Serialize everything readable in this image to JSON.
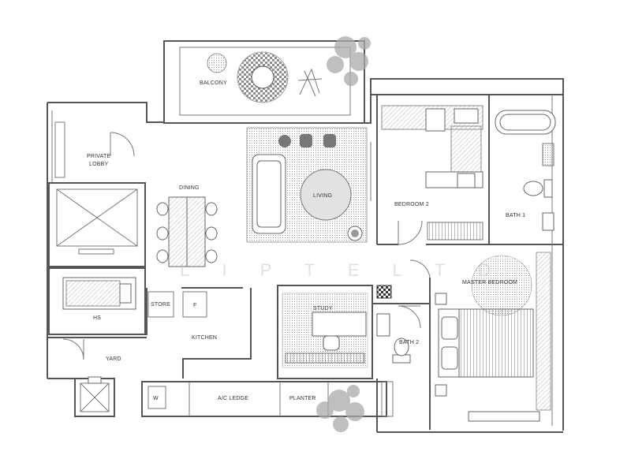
{
  "rooms": {
    "balcony": "BALCONY",
    "private_lobby": "PRIVATE\nLOBBY",
    "dining": "DINING",
    "living": "LIVING",
    "bedroom_2": "BEDROOM 2",
    "bath_1": "BATH 1",
    "master_bedroom": "MASTER BEDROOM",
    "store": "STORE",
    "fridge": "F",
    "hs": "HS",
    "kitchen": "KITCHEN",
    "study": "STUDY",
    "bath_2": "BATH 2",
    "yard": "YARD",
    "washer": "W",
    "ac_ledge": "A/C LEDGE",
    "planter": "PLANTER"
  },
  "watermark": "L I   P T E   L T D",
  "colors": {
    "wall": "#555555",
    "furniture": "#666666",
    "hatch": "#888888",
    "tree": "#aaaaaa"
  },
  "icons": [
    "tree-icon",
    "door-swing-icon",
    "sofa-icon",
    "bed-icon",
    "bathtub-icon",
    "toilet-icon",
    "basin-icon",
    "lift-icon"
  ]
}
